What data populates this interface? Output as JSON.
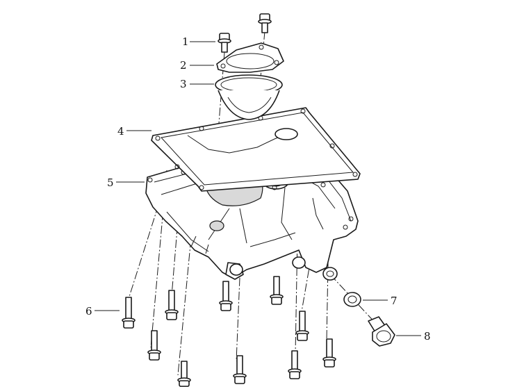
{
  "callouts": [
    {
      "id": "1",
      "text": "1"
    },
    {
      "id": "2",
      "text": "2"
    },
    {
      "id": "3",
      "text": "3"
    },
    {
      "id": "4",
      "text": "4"
    },
    {
      "id": "5",
      "text": "5"
    },
    {
      "id": "6",
      "text": "6"
    },
    {
      "id": "7",
      "text": "7"
    },
    {
      "id": "8",
      "text": "8"
    }
  ],
  "parts": [
    {
      "callout": "1",
      "icon": "flange-bolt-icon"
    },
    {
      "callout": "2",
      "icon": "strainer-cover-gasket-icon"
    },
    {
      "callout": "3",
      "icon": "oil-strainer-icon"
    },
    {
      "callout": "4",
      "icon": "oil-pan-gasket-icon"
    },
    {
      "callout": "5",
      "icon": "oil-pan-icon"
    },
    {
      "callout": "6",
      "icon": "pan-bolt-icon"
    },
    {
      "callout": "7",
      "icon": "sealing-washer-icon"
    },
    {
      "callout": "8",
      "icon": "drain-plug-icon"
    }
  ]
}
